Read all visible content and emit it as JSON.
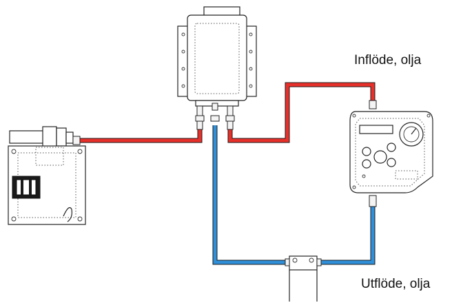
{
  "labels": {
    "inflow": "Inflöde, olja",
    "outflow": "Utflöde, olja"
  },
  "colors": {
    "inflow_line": "#e8302a",
    "outflow_line": "#2f8fd8",
    "outline": "#222222"
  },
  "components": {
    "manifold": "manifold-housing",
    "pump_unit": "left-pump-unit",
    "controller": "pressure-controller",
    "filter": "oil-filter"
  }
}
